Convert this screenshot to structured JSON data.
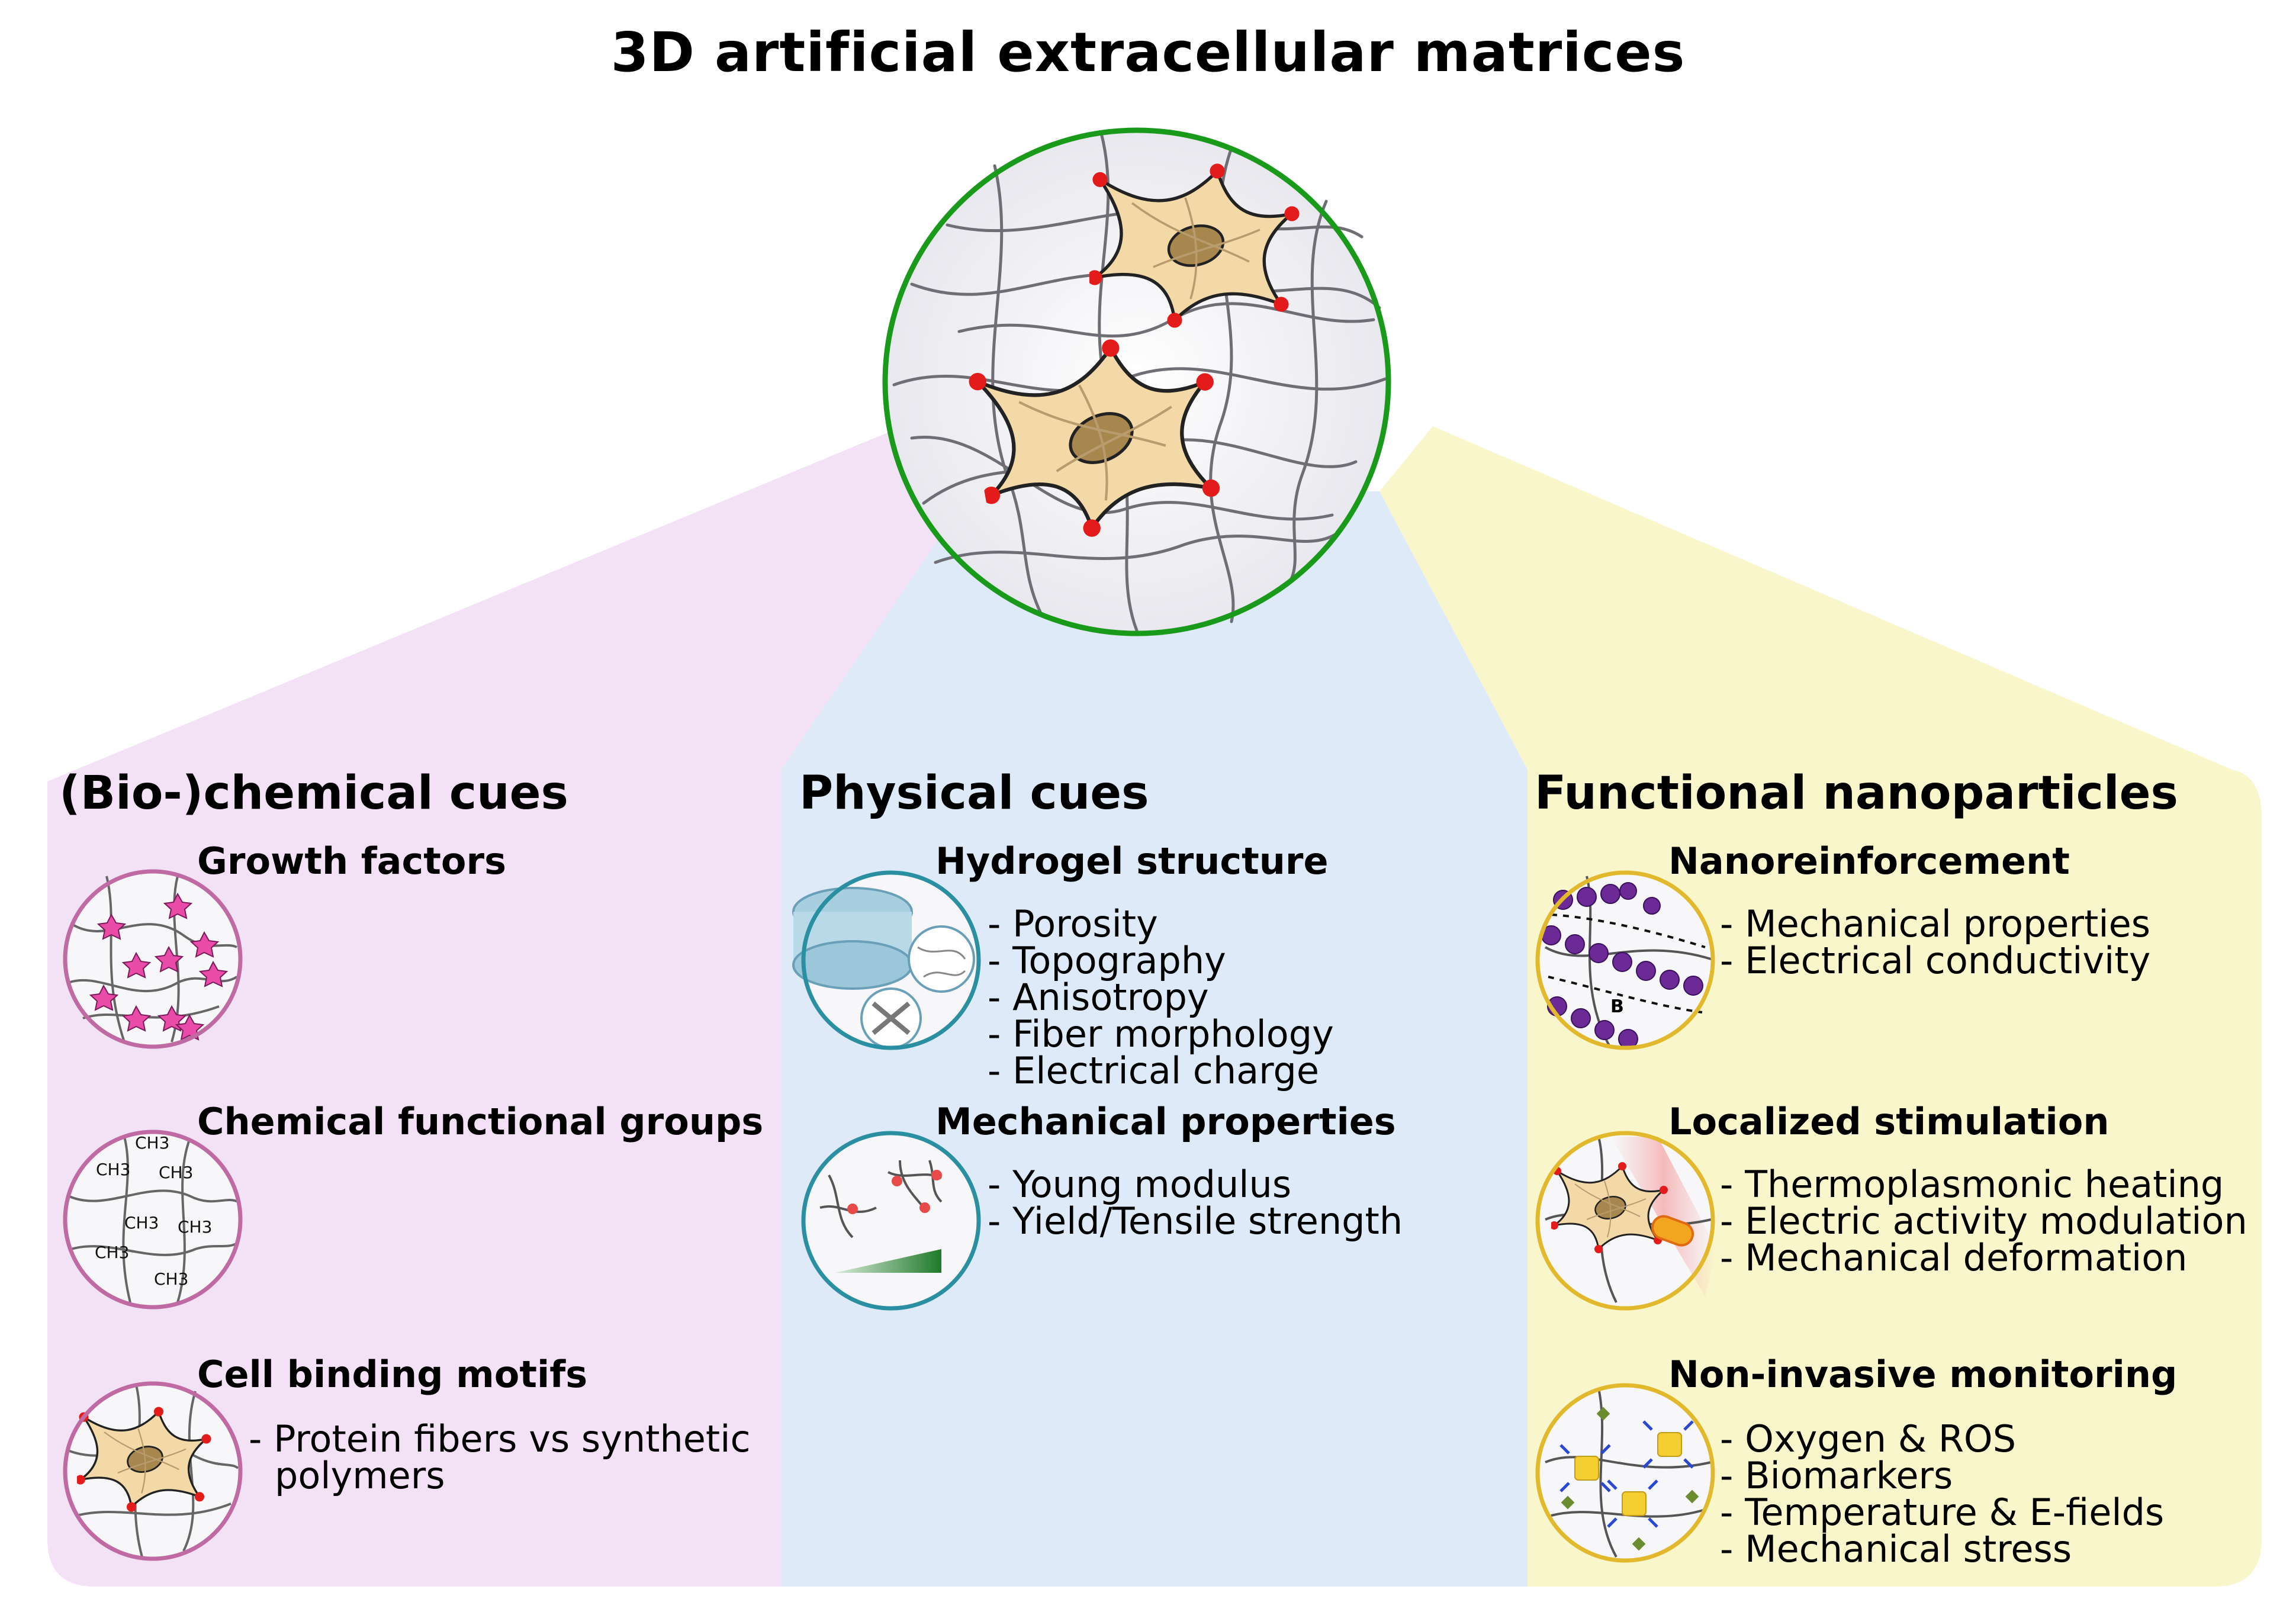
{
  "title": "3D artificial extracellular matrices",
  "colors": {
    "left": "#f3e2f6",
    "middle": "#dfeaf8",
    "right": "#f9f6cc",
    "pink_ring": "#c06aa4",
    "teal_ring": "#2a8fa0",
    "gold_ring": "#e2b92d",
    "green_ring": "#1a9a1a"
  },
  "columns": [
    {
      "title": "(Bio-)chemical cues",
      "sections": [
        {
          "title": "Growth factors",
          "icon": "growth-factors-icon",
          "items": []
        },
        {
          "title": "Chemical functional groups",
          "icon": "chemical-groups-icon",
          "items": [],
          "labels": [
            "CH3",
            "CH3",
            "CH3",
            "CH3",
            "CH3",
            "CH3",
            "CH3"
          ]
        },
        {
          "title": "Cell binding motifs",
          "icon": "cell-binding-icon",
          "items": [
            "Protein fibers vs synthetic",
            "polymers"
          ]
        }
      ]
    },
    {
      "title": "Physical cues",
      "sections": [
        {
          "title": "Hydrogel structure",
          "icon": "hydrogel-structure-icon",
          "items": [
            "Porosity",
            "Topography",
            "Anisotropy",
            "Fiber morphology",
            "Electrical charge"
          ]
        },
        {
          "title": "Mechanical properties",
          "icon": "mechanical-properties-icon",
          "items": [
            "Young modulus",
            "Yield/Tensile strength"
          ]
        }
      ]
    },
    {
      "title": "Functional nanoparticles",
      "sections": [
        {
          "title": "Nanoreinforcement",
          "icon": "nanoreinforcement-icon",
          "items": [
            "Mechanical properties",
            "Electrical conductivity"
          ],
          "field_label": "B"
        },
        {
          "title": "Localized stimulation",
          "icon": "localized-stimulation-icon",
          "items": [
            "Thermoplasmonic heating",
            "Electric activity modulation",
            "Mechanical deformation"
          ]
        },
        {
          "title": "Non-invasive monitoring",
          "icon": "monitoring-icon",
          "items": [
            "Oxygen & ROS",
            "Biomarkers",
            "Temperature & E-fields",
            "Mechanical stress"
          ]
        }
      ]
    }
  ]
}
